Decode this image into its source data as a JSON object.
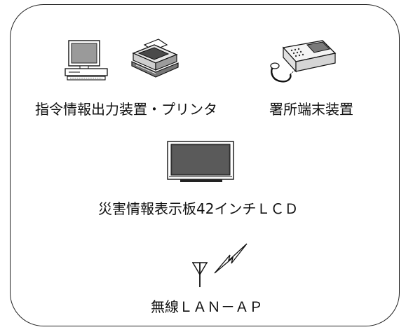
{
  "devices": {
    "command_output": {
      "label": "指令情報出力装置・プリンタ",
      "icons": [
        "computer-terminal-icon",
        "printer-icon"
      ]
    },
    "station_terminal": {
      "label": "署所端末装置",
      "icons": [
        "phone-terminal-icon"
      ]
    },
    "lcd_board": {
      "label": "災害情報表示板42インチＬＣＤ",
      "icons": [
        "lcd-display-icon"
      ]
    },
    "wireless_lan": {
      "label": "無線ＬＡＮ－ＡＰ",
      "icons": [
        "antenna-icon",
        "lightning-signal-icon"
      ]
    }
  }
}
